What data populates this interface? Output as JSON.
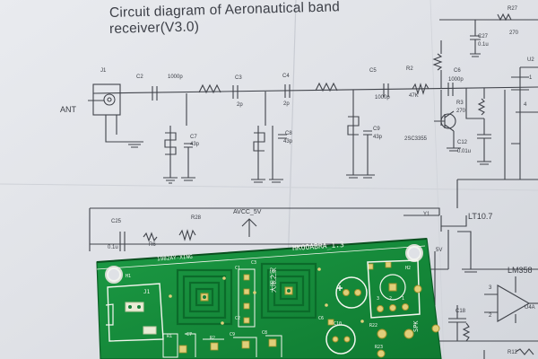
{
  "document": {
    "title_line1": "Circuit diagram of Aeronautical band",
    "title_line2": "receiver(V3.0)"
  },
  "schematic_labels": {
    "ant": "ANT",
    "j1": "J1",
    "c2": "C2",
    "c2_val": "1000p",
    "c3": "C3",
    "c3_val": "2p",
    "c4": "C4",
    "c4_val": "2p",
    "c5": "C5",
    "c5_val": "1000p",
    "c6": "C6",
    "c6_val": "1000p",
    "c7": "C7",
    "c7_val": "43p",
    "c8": "C8",
    "c8_val": "43p",
    "c9": "C9",
    "c9_val": "43p",
    "r2": "R2",
    "r2_val": "47K",
    "r3": "R3",
    "r3_val": "270",
    "q1": "2SC3355",
    "c12": "C12",
    "c12_val": "0.01u",
    "r27": "R27",
    "r27_val": "270",
    "c27": "C27",
    "c27_val": "0.1u",
    "u2": "U2",
    "y1": "Y1",
    "lt107": "LT10.7",
    "c25": "C25",
    "c25_val": "0.1u",
    "r6": "R6",
    "r28": "R28",
    "avcc": "AVCC_5V",
    "lm358": "LM358",
    "u4a": "U4A",
    "c18": "C18",
    "r12": "R12",
    "five_v": "5V",
    "pin3": "3",
    "pin2": "2",
    "pin1": "1",
    "pin4": "4"
  },
  "pcb": {
    "board_name": "HKOOABRA_1.3",
    "maker": "1982AY-XING",
    "chinese_mark": "大眼之家",
    "labels": {
      "j1": "J1",
      "c1": "C1",
      "c2": "C2",
      "c3": "C3",
      "c6": "C6",
      "c7": "C7",
      "c8": "C8",
      "c9": "C9",
      "c10": "C10",
      "r1": "R1",
      "r2": "R2",
      "r22": "R22",
      "r23": "R23",
      "spk": "SPK",
      "h1": "H1",
      "h2": "H2",
      "p3": "3",
      "p2": "2",
      "p1": "1"
    }
  },
  "colors": {
    "paper": "#e2e4e9",
    "ink": "#3a3d44",
    "pcb_green": "#158a3a",
    "silkscreen": "#f4f6ef"
  }
}
